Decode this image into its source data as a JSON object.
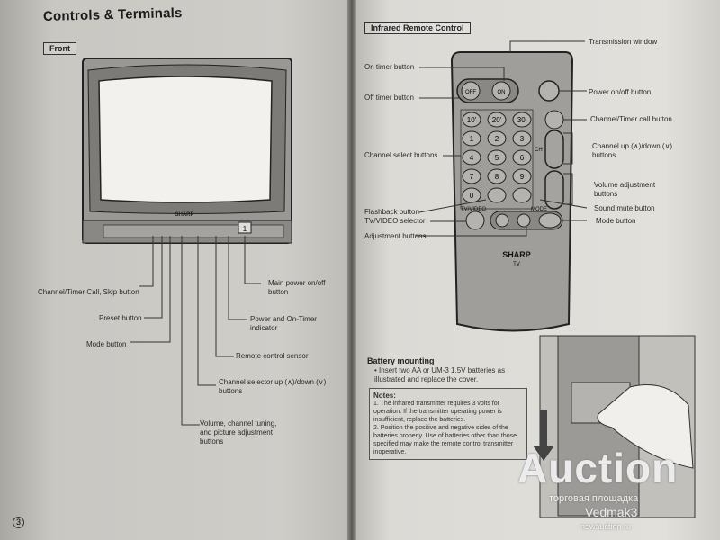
{
  "left_page": {
    "title": "Controls & Terminals",
    "section": "Front",
    "tv_brand": "SHARP",
    "page_number": "3",
    "callouts": [
      "Channel/Timer Call, Skip button",
      "Preset button",
      "Mode button",
      "Main power on/off button",
      "Power and On-Timer indicator",
      "Remote control sensor",
      "Channel selector up (∧)/down (∨) buttons",
      "Volume, channel tuning, and picture adjustment buttons"
    ],
    "tv_button_label": "1"
  },
  "right_page": {
    "section": "Infrared Remote Control",
    "remote": {
      "brand": "SHARP",
      "sub": "TV",
      "timer_buttons": [
        "OFF",
        "ON"
      ],
      "number_keys": [
        "10'",
        "20'",
        "30'",
        "1",
        "2",
        "3",
        "4",
        "5",
        "6",
        "7",
        "8",
        "9",
        "0"
      ],
      "labels": {
        "ch": "CH",
        "tv_video": "TV/VIDEO",
        "mode": "MODE"
      }
    },
    "callouts_left": [
      "On timer button",
      "Off timer button",
      "Channel select buttons",
      "Flashback button",
      "TV/VIDEO selector",
      "Adjustment buttons"
    ],
    "callouts_right": [
      "Transmission window",
      "Power on/off button",
      "Channel/Timer call button",
      "Channel up (∧)/down (∨) buttons",
      "Volume adjustment buttons",
      "Sound mute button",
      "Mode button"
    ],
    "battery": {
      "heading": "Battery mounting",
      "text": "Insert two AA or UM-3 1.5V batteries as illustrated and replace the cover.",
      "notes_title": "Notes:",
      "notes": [
        "1. The infrared transmitter requires 3 volts for operation. If the transmitter operating power is insufficient, replace the batteries.",
        "2. Position the positive and negative sides of the batteries properly. Use of batteries other than those specified may make the remote control transmitter inoperative."
      ]
    }
  },
  "watermark": {
    "logo": "Auction",
    "line1": "торговая площадка",
    "line2": "Vedmak3",
    "line3": "newauction.ru"
  }
}
